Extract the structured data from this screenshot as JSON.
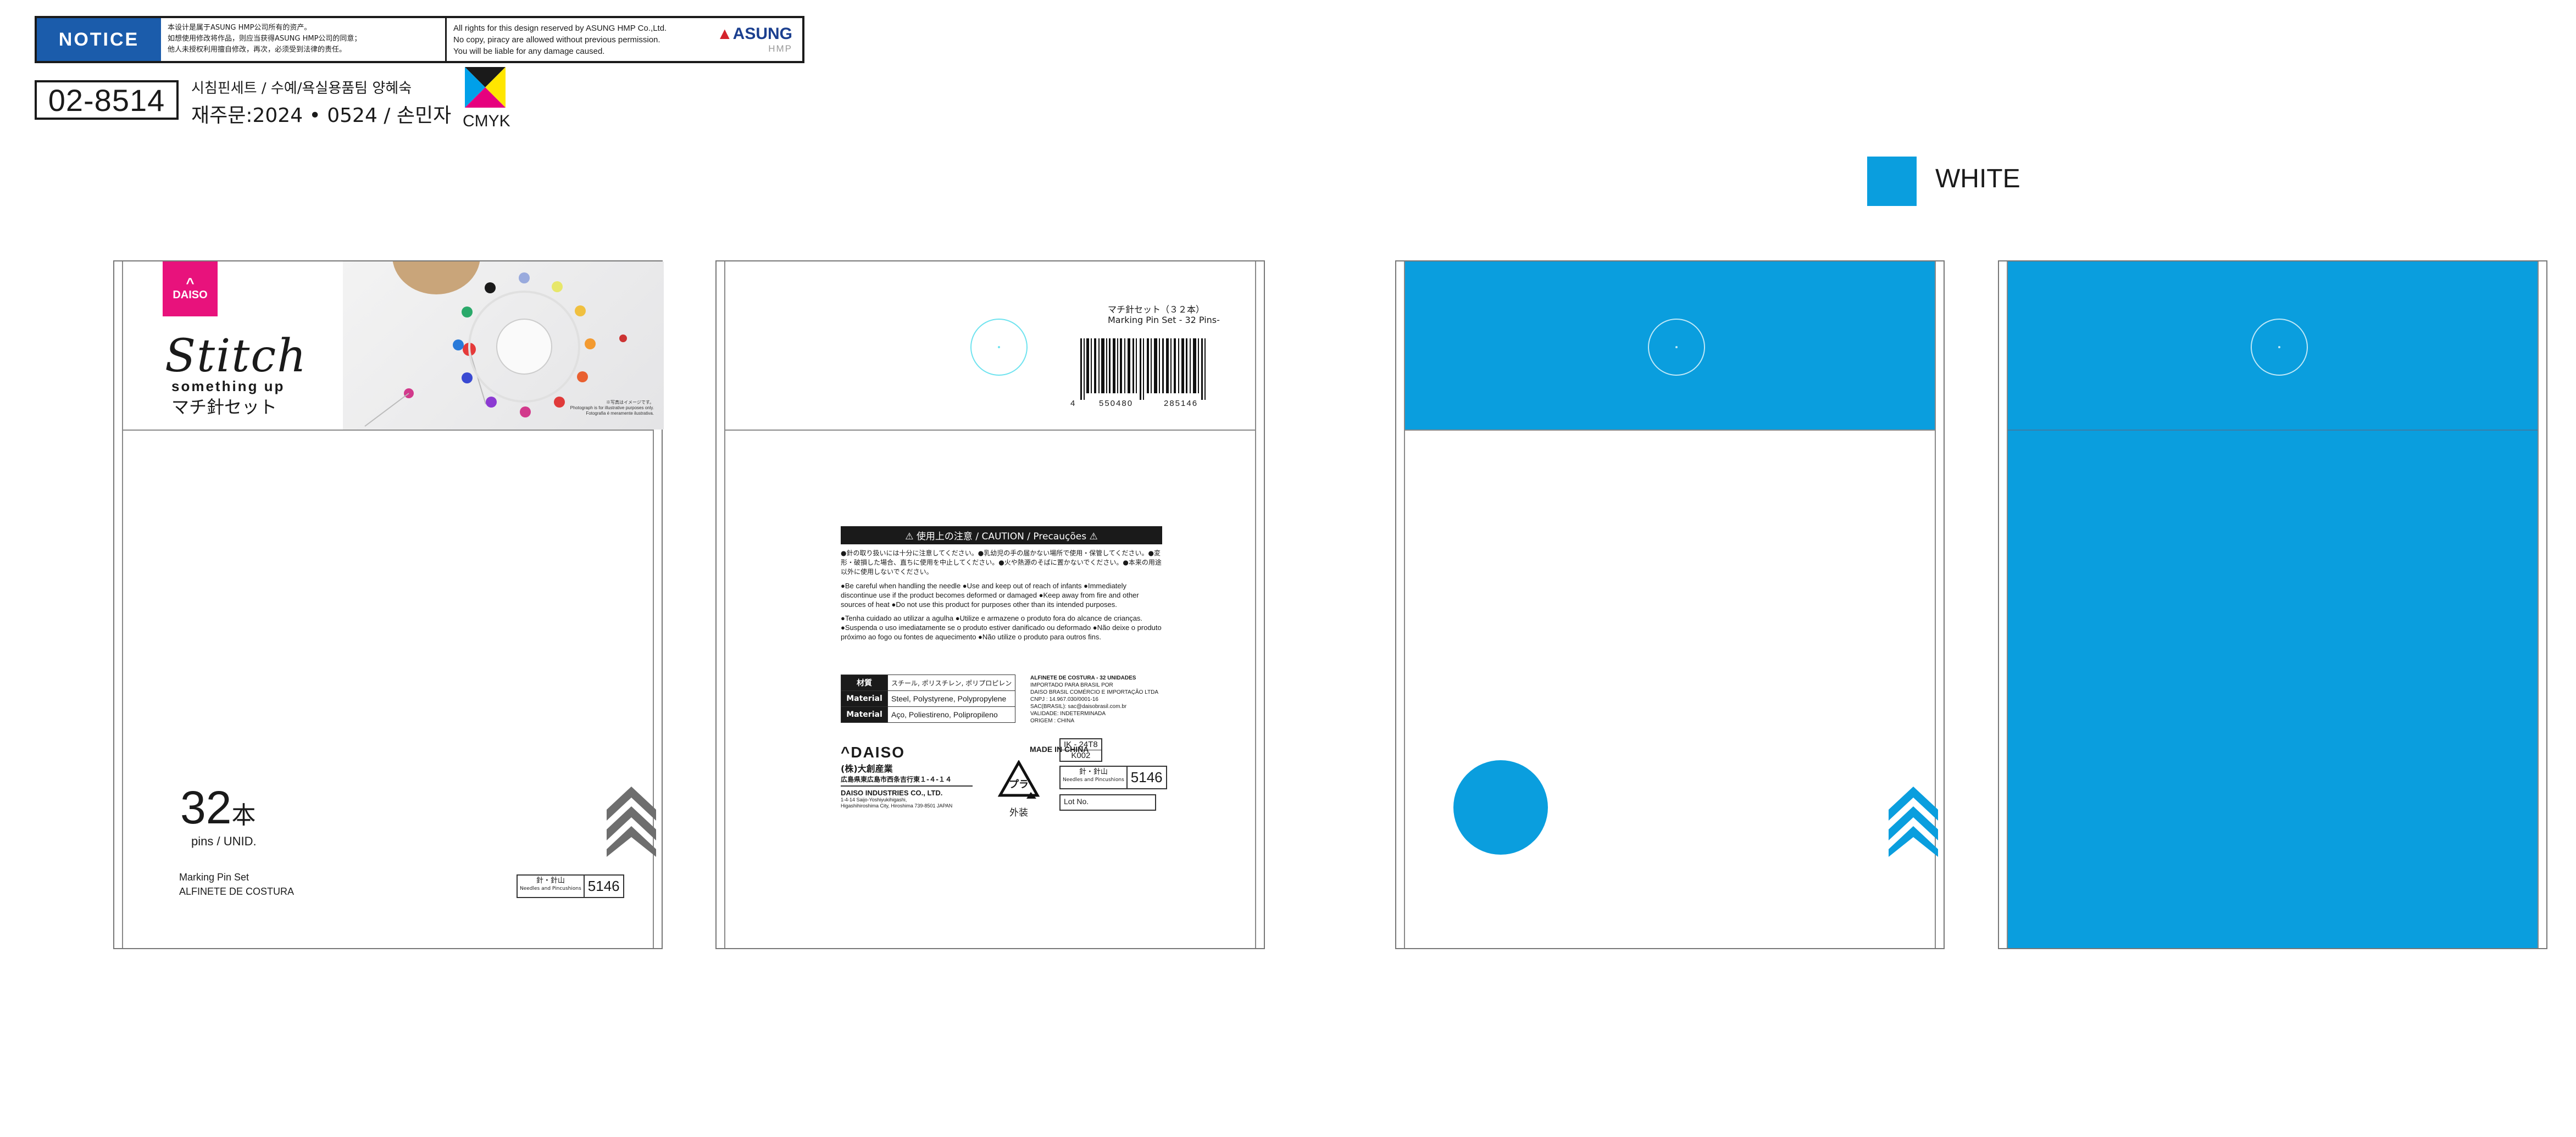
{
  "notice": {
    "tag": "NOTICE",
    "cn_line1": "本设计是属于ASUNG HMP公司所有的资产。",
    "cn_line2": "如想使用修改将作品，则应当获得ASUNG HMP公司的同意；",
    "cn_line3": "他人未授权利用擅自修改，再次，必须受到法律的责任。",
    "en_line1": "All rights for this design reserved by ASUNG HMP Co.,Ltd.",
    "en_line2": "No copy, piracy are allowed without previous permission.",
    "en_line3": "You will be liable for any damage caused.",
    "logo_main": "ASUNG",
    "logo_sub": "HMP"
  },
  "job": {
    "number": "02-8514",
    "line1": "시침핀세트 / 수예/욕실용품팀 양혜숙",
    "line2": "재주문:2024 • 0524 / 손민자",
    "cmyk_label": "CMYK"
  },
  "swatch": {
    "label": "WHITE",
    "color": "#0a9ede"
  },
  "front": {
    "badge": "DAISO",
    "brand": "Stitch",
    "brand_sub": "something up",
    "product_jp": "マチ針セット",
    "photo_note1": "※写真はイメージです。",
    "photo_note2": "Photograph is for illustrative purposes only.",
    "photo_note3": "Fotografia é meramente ilustrativa.",
    "count_number": "32",
    "count_unit": "本",
    "count_sub": "pins / UNID.",
    "name_en": "Marking Pin Set",
    "name_pt": "ALFINETE DE COSTURA",
    "code_top": "針・針山",
    "code_bottom": "Needles and Pincushions",
    "code": "5146"
  },
  "back": {
    "title_jp": "マチ針セット（３２本）",
    "title_en": "Marking Pin Set - 32 Pins-",
    "barcode_left": "4",
    "barcode_mid": "550480",
    "barcode_right": "285146",
    "caution_title": "⚠ 使用上の注意 / CAUTION / Precauções ⚠",
    "caution_jp": "●針の取り扱いには十分に注意してください。●乳幼児の手の届かない場所で使用・保管してください。●変形・破損した場合、直ちに使用を中止してください。●火や熱源のそばに置かないでください。●本来の用途以外に使用しないでください。",
    "caution_en": "●Be careful when handling the needle ●Use and keep out of reach of infants ●Immediately discontinue use if the product becomes deformed or damaged ●Keep away from fire and other sources of heat ●Do not use this product for purposes other than its intended purposes.",
    "caution_pt": "●Tenha cuidado ao utilizar a agulha ●Utilize e armazene o produto fora do alcance de crianças. ●Suspenda o uso imediatamente se o produto estiver danificado ou deformado ●Não deixe o produto próximo ao fogo ou fontes de aquecimento ●Não utilize o produto para outros fins.",
    "materials": [
      {
        "k": "材質",
        "v": "スチール, ポリスチレン, ポリプロピレン"
      },
      {
        "k": "Material",
        "v": "Steel, Polystyrene, Polypropylene"
      },
      {
        "k": "Material",
        "v": "Aço, Poliestireno, Polipropileno"
      }
    ],
    "importer_title": "ALFINETE DE COSTURA - 32 UNIDADES",
    "importer_1": "IMPORTADO PARA BRASIL POR",
    "importer_2": "DAISO BRASIL COMÉRCIO E IMPORTAÇÃO LTDA",
    "importer_3": "CNPJ : 14.967.030/0001-16",
    "importer_4": "SAC(BRASIL): sac@daisobrasil.com.br",
    "importer_5": "VALIDADE: INDETERMINADA",
    "importer_6": "ORIGEM : CHINA",
    "company_logo": "DAISO",
    "company_jp": "(株)大創産業",
    "company_addr_jp": "広島県東広島市西条吉行東１-４-１４",
    "company_en": "DAISO INDUSTRIES CO., LTD.",
    "company_addr1": "1-4-14 Saijo-Yoshiyukihigashi,",
    "company_addr2": "Higashihiroshima City, Hiroshima 739-8501 JAPAN",
    "recycle_mark": "プラ",
    "recycle_label": "外装",
    "made_in": "MADE IN CHINA",
    "ik_code": "IK - 24T8",
    "k_code": "K002",
    "code_top": "針・針山",
    "code_bottom": "Needles and Pincushions",
    "code": "5146",
    "lot": "Lot No."
  }
}
